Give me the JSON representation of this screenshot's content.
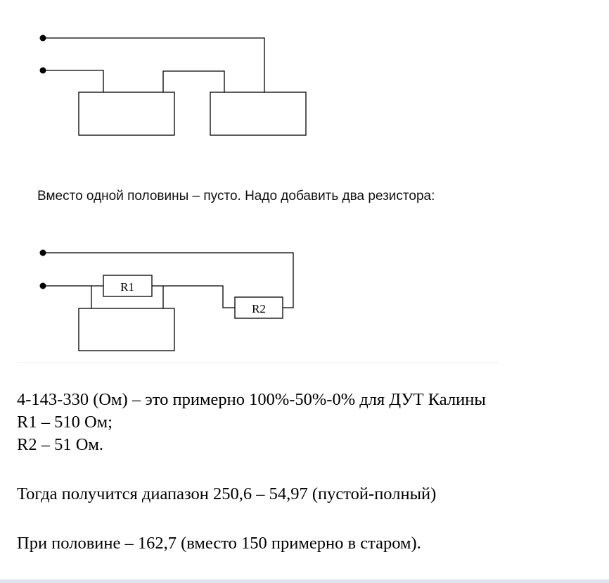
{
  "caption": "Вместо одной половины – пусто. Надо добавить два резистора:",
  "diagram2": {
    "r1_label": "R1",
    "r2_label": "R2"
  },
  "notes": {
    "line1": "4-143-330 (Ом) – это примерно 100%-50%-0% для ДУТ Калины",
    "line2": "R1 – 510 Ом;",
    "line3": "R2 – 51 Ом.",
    "line4": "Тогда получится диапазон 250,6 – 54,97 (пустой-полный)",
    "line5": "При половине – 162,7 (вместо 150 примерно в старом)."
  }
}
